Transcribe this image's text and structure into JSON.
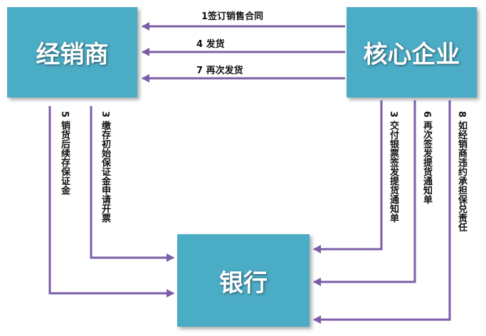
{
  "nodes": {
    "dealer": "经销商",
    "core": "核心企业",
    "bank": "银行"
  },
  "flows": {
    "sign_contract": "1签订销售合同",
    "ship_goods": "4 发货",
    "reship_goods": "7 再次发货",
    "pay_deposit": "3 缴存初始保证金申请开票",
    "sell_deposit": "5 销货后续存保证金",
    "deliver_notice": "3 交付银票签发提货通知单",
    "reissue_notice": "6 再次签发提货通知单",
    "guarantee": "8 如经销商违约承担保兑责任"
  },
  "colors": {
    "box_fill": "#4bacc6",
    "arrow": "#7b5ea7"
  }
}
